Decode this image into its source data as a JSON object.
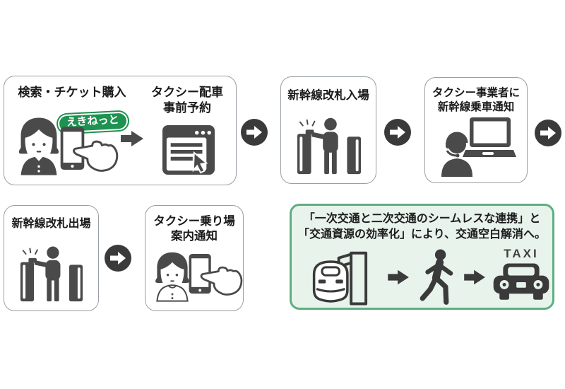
{
  "diagram": {
    "steps": {
      "search": {
        "title": "検索・チケット購入",
        "badge": "えきねっと"
      },
      "reserve": {
        "title1": "タクシー配車",
        "title2": "事前予約"
      },
      "gate_in": {
        "title": "新幹線改札入場"
      },
      "notify_operator": {
        "title1": "タクシー事業者に",
        "title2": "新幹線乗車通知"
      },
      "gate_out": {
        "title": "新幹線改札出場"
      },
      "taxi_stand": {
        "title1": "タクシー乗り場",
        "title2": "案内通知"
      }
    },
    "summary": {
      "line1": "「一次交通と二次交通のシームレスな連携」と",
      "line2": "「交通資源の効率化」により、交通空白解消へ。",
      "taxi_sign": "TAXI"
    },
    "colors": {
      "icon_gray": "#4a4a4a",
      "arrow_circle_gray": "#3a3a3a",
      "ekinet_green": "#1f9150",
      "panel_border_green": "#5fae81",
      "panel_bg_green": "#e8f3ec",
      "box_border_gray": "#999fa4"
    }
  }
}
